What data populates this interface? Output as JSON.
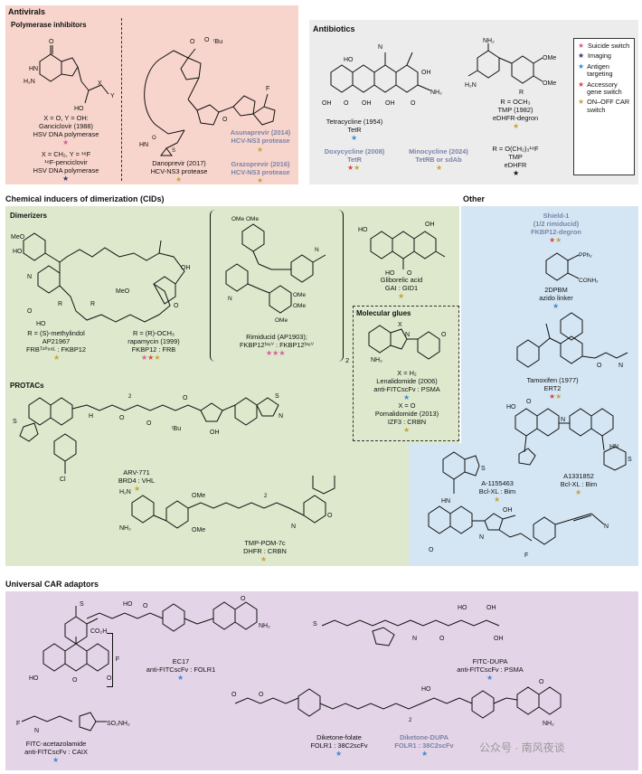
{
  "colors": {
    "antivirals_bg": "#f8d5cc",
    "antibiotics_bg": "#ececec",
    "cids_bg": "#dde8cc",
    "other_bg": "#d4e6f4",
    "car_bg": "#e4d4e8",
    "star_suicide": "#d65c9a",
    "star_imaging": "#2a3a6a",
    "star_targeting": "#3f8ad0",
    "star_accessory": "#d94848",
    "star_onoff": "#c8a23a",
    "highlight_text": "#7a84a8"
  },
  "antivirals": {
    "title": "Antivirals",
    "subtitle": "Polymerase inhibitors",
    "ganciclovir": {
      "l1": "X = O, Y = OH:",
      "l2": "Ganciclovir (1988)",
      "l3": "HSV DNA polymerase"
    },
    "penciclovir": {
      "l1": "X = CH₂, Y = ¹⁸F",
      "l2": "¹⁸F-penciclovir",
      "l3": "HSV DNA polymerase"
    },
    "danoprevir": {
      "l1": "Danoprevir (2017)",
      "l2": "HCV-NS3 protease"
    },
    "asunaprevir": {
      "l1": "Asunaprevir (2014)",
      "l2": "HCV-NS3 protease"
    },
    "grazoprevir": {
      "l1": "Grazoprevir (2016)",
      "l2": "HCV-NS3 protease"
    }
  },
  "antibiotics": {
    "title": "Antibiotics",
    "tetracycline": {
      "l1": "Tetracycline (1954)",
      "l2": "TetR"
    },
    "doxycycline": {
      "l1": "Doxycycline (2008)",
      "l2": "TetR"
    },
    "minocycline": {
      "l1": "Minocycline (2024)",
      "l2": "TetRB or sdAb"
    },
    "tmp1": {
      "l1": "R = OCH₃",
      "l2": "TMP (1982)",
      "l3": "eDHFR-degron"
    },
    "tmp2": {
      "l1": "R = O(CH₂)₃¹⁸F",
      "l2": "TMP",
      "l3": "eDHFR"
    }
  },
  "legend": {
    "items": [
      {
        "label": "Suicide switch",
        "color_key": "star_suicide"
      },
      {
        "label": "Imaging",
        "color_key": "star_imaging"
      },
      {
        "label": "Antigen targeting",
        "color_key": "star_targeting"
      },
      {
        "label": "Accessory gene switch",
        "color_key": "star_accessory"
      },
      {
        "label": "ON–OFF CAR switch",
        "color_key": "star_onoff"
      }
    ]
  },
  "cids": {
    "title": "Chemical inducers of dimerization (CIDs)",
    "dimerizers": "Dimerizers",
    "ap21967": {
      "l1": "R = (S)-methylindol",
      "l2": "AP21967",
      "l3": "FRBᵀ²⁰⁹⁸ᴸ : FKBP12"
    },
    "rapamycin": {
      "l1": "R = (R)-OCH₃",
      "l2": "rapamycin (1999)",
      "l3": "FKBP12 : FRB"
    },
    "rimiducid": {
      "l1": "Rimiducid (AP1903);",
      "l2": "FKBP12ᶠ³⁶ⱽ : FKBP12ᶠ³⁶ⱽ"
    },
    "subscript_2": "2",
    "gibberellic": {
      "l1": "Gliborelic acid",
      "l2": "GAI : GID1"
    },
    "glues": "Molecular glues",
    "lenalidomide": {
      "l1": "X = H₂",
      "l2": "Lenalidomide (2006)",
      "l3": "anti-FITCscFv : PSMA"
    },
    "pomalidomide": {
      "l1": "X = O",
      "l2": "Pomalidomide (2013)",
      "l3": "IZF3 : CRBN"
    },
    "protacs": "PROTACs",
    "arv771": {
      "l1": "ARV-771",
      "l2": "BRD4 : VHL"
    },
    "tmppom": {
      "l1": "TMP-POM-7c",
      "l2": "DHFR : CRBN"
    }
  },
  "other": {
    "title": "Other",
    "shield": {
      "l1": "Shield-1",
      "l2": "(1/2 rimiducid)",
      "l3": "FKBP12-degron"
    },
    "dpbm": {
      "l1": "2DPBM",
      "l2": "azido linker"
    },
    "tamoxifen": {
      "l1": "Tamoxifen (1977)",
      "l2": "ERT2"
    },
    "a1331852": {
      "l1": "A1331852",
      "l2": "Bcl-XL : Bim"
    },
    "a1155463": {
      "l1": "A-1155463",
      "l2": "Bcl-XL : Bim"
    }
  },
  "car": {
    "title": "Universal CAR adaptors",
    "ec17": {
      "l1": "EC17",
      "l2": "anti-FITCscFv : FOLR1"
    },
    "fitc_dupa": {
      "l1": "FITC-DUPA",
      "l2": "anti-FITCscFv : PSMA"
    },
    "fitc_acet": {
      "l1": "FITC-acetazolamide",
      "l2": "anti-FITCscFv : CAIX"
    },
    "dk_folate": {
      "l1": "Diketone-folate",
      "l2": "FOLR1 : 38C2scFv"
    },
    "dk_dupa": {
      "l1": "Diketone-DUPA",
      "l2": "FOLR1 : 38C2scFv"
    },
    "fitc_bracket_label": "F"
  },
  "watermark": "公众号 · 南风夜谈"
}
